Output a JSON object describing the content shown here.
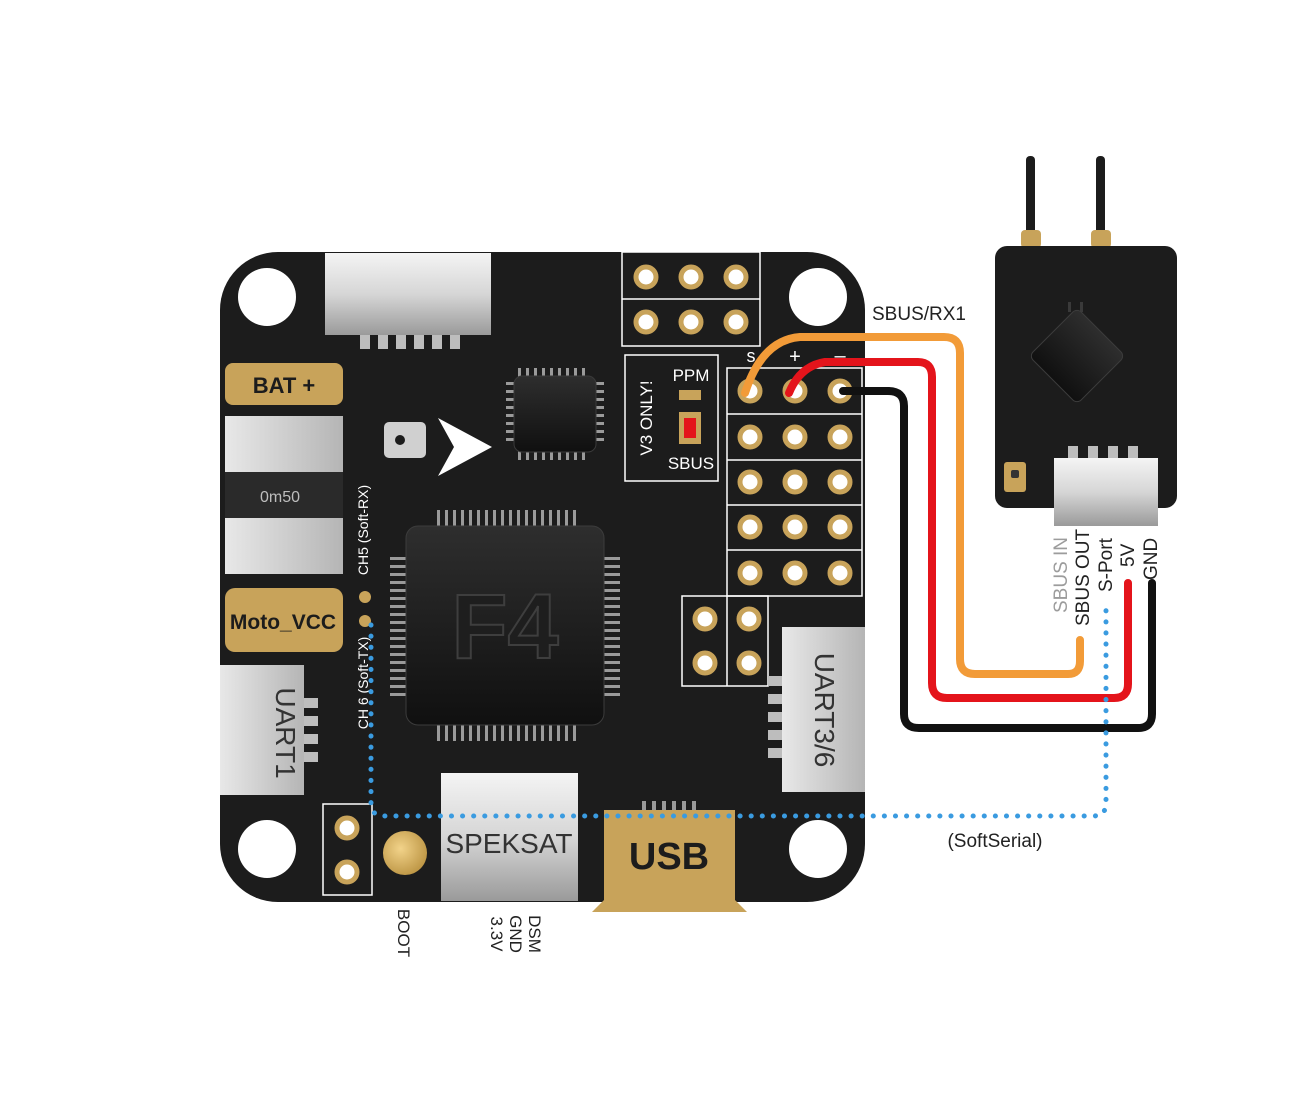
{
  "board": {
    "chip_label": "F4",
    "bat_label": "BAT +",
    "shunt_label": "0m50",
    "moto_label": "Moto_VCC",
    "uart1_label": "UART1",
    "uart36_label": "UART3/6",
    "speksat_label": "SPEKSAT",
    "usb_label": "USB",
    "ch5_label": "CH5 (Soft-RX)",
    "ch6_label": "CH 6 (Soft-TX)",
    "jumper_v3": "V3 ONLY!",
    "jumper_ppm": "PPM",
    "jumper_sbus": "SBUS",
    "header_s": "s",
    "header_plus": "+",
    "header_minus": "–"
  },
  "below_labels": {
    "boot": "BOOT",
    "dsm": "DSM",
    "gnd": "GND",
    "v33": "3.3V"
  },
  "receiver": {
    "pins": [
      "SBUS IN",
      "SBUS OUT",
      "S-Port",
      "5V",
      "GND"
    ]
  },
  "wire_labels": {
    "sbus_rx1": "SBUS/RX1",
    "softserial": "(SoftSerial)"
  },
  "colors": {
    "board": "#1c1c1c",
    "gold": "#c8a35a",
    "wire_signal": "#f29b38",
    "wire_power": "#e4141b",
    "wire_ground": "#111111",
    "softserial": "#3a9be0"
  }
}
